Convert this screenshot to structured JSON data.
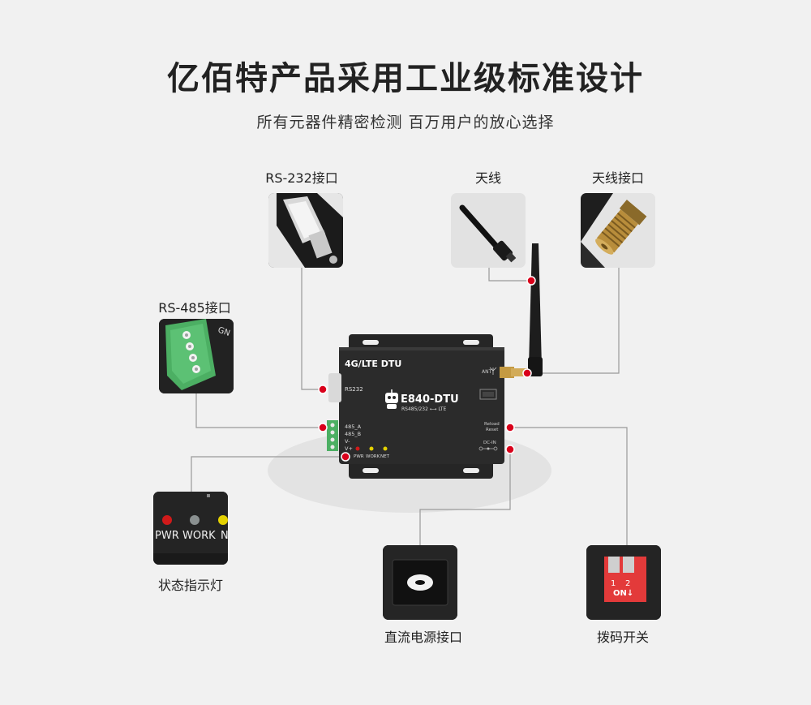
{
  "heading": {
    "title": "亿佰特产品采用工业级标准设计",
    "subtitle": "所有元器件精密检测   百万用户的放心选择"
  },
  "callouts": {
    "rs232": "RS-232接口",
    "antenna": "天线",
    "antenna_port": "天线接口",
    "rs485": "RS-485接口",
    "status_led": "状态指示灯",
    "dc_port": "直流电源接口",
    "dip_switch": "拨码开关"
  },
  "device": {
    "model_line": "4G/LTE DTU",
    "brand_model": "E840-DTU",
    "spec": "RS485/232 ⟷ LTE",
    "rs232_label": "RS232",
    "ant_label": "ANT",
    "reload_label": "Reload",
    "reset_label": "Reset",
    "dcin_label": "DC-IN",
    "pin_485a": "485_A",
    "pin_485b": "485_B",
    "pin_vminus": "V-",
    "pin_vplus": "V+",
    "led_pwr": "PWR",
    "led_work": "WORK",
    "led_net": "NET"
  },
  "status_thumb": {
    "pwr": "PWR",
    "work": "WORK",
    "net": "N"
  },
  "dip_thumb": {
    "num1": "1",
    "num2": "2",
    "on": "ON↓"
  },
  "rs485_thumb": {
    "mark": "GN"
  },
  "colors": {
    "background": "#f1f1f1",
    "device_body": "#2b2b2b",
    "callout_dot": "#d9001b",
    "terminal_green": "#4caf63",
    "dip_red": "#e33a3a",
    "led_red": "#d01a1a",
    "led_gray": "#8a9090",
    "led_yellow": "#e4d100"
  }
}
